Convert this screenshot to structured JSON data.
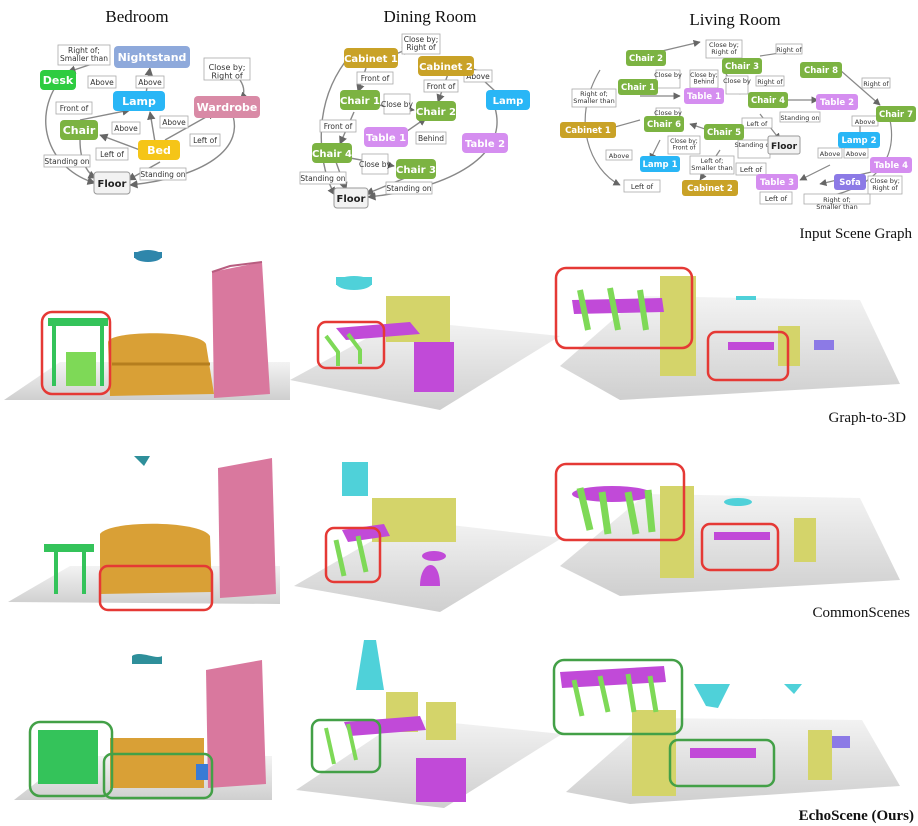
{
  "figure": {
    "columns": [
      "Bedroom",
      "Dining Room",
      "Living Room"
    ],
    "rows": [
      "Input Scene Graph",
      "Graph-to-3D",
      "CommonScenes",
      "EchoScene (Ours)"
    ]
  },
  "colors": {
    "green": "#7cb342",
    "bright_green": "#2ecc40",
    "blue_lamp": "#29b6f6",
    "nightstand": "#8ea9db",
    "wardrobe": "#d98aa6",
    "bed": "#f5c518",
    "table": "#d58ef0",
    "cabinet": "#c9a227",
    "sofa": "#8c7ae6",
    "red_box": "#e53935",
    "green_box": "#43a047"
  },
  "graphs": {
    "bedroom": {
      "nodes": [
        "Nightstand",
        "Desk",
        "Lamp",
        "Wardrobe",
        "Chair",
        "Bed",
        "Floor"
      ],
      "edges": [
        "Right of; Smaller than",
        "Close by; Right of",
        "Above",
        "Above",
        "Front of",
        "Above",
        "Above",
        "Left of",
        "Left of",
        "Standing on",
        "Standing on"
      ]
    },
    "dining": {
      "nodes": [
        "Cabinet 1",
        "Cabinet 2",
        "Chair 1",
        "Chair 2",
        "Lamp",
        "Table 1",
        "Table 2",
        "Chair 4",
        "Chair 3",
        "Floor"
      ],
      "edges": [
        "Close by; Right of",
        "Front of",
        "Above",
        "Close by",
        "Front of",
        "Front of",
        "Behind",
        "Close by",
        "Standing on",
        "Standing on"
      ]
    },
    "living": {
      "nodes": [
        "Chair 2",
        "Chair 3",
        "Chair 8",
        "Chair 1",
        "Table 1",
        "Chair 4",
        "Table 2",
        "Chair 7",
        "Cabinet 1",
        "Chair 6",
        "Chair 5",
        "Lamp 2",
        "Floor",
        "Lamp 1",
        "Table 4",
        "Table 3",
        "Sofa",
        "Cabinet 2"
      ],
      "edges": [
        "Close by; Right of",
        "Right of",
        "Right of; Smaller than",
        "Close by",
        "Close by; Behind",
        "Close by",
        "Right of",
        "Right of",
        "Above",
        "Close by",
        "Left of",
        "Close by; Front of",
        "Standing on",
        "Above",
        "Above",
        "Standing on",
        "Above",
        "Left of; Smaller than",
        "Left of",
        "Left of",
        "Left of",
        "Close by; Right of",
        "Right of; Smaller than"
      ]
    }
  }
}
